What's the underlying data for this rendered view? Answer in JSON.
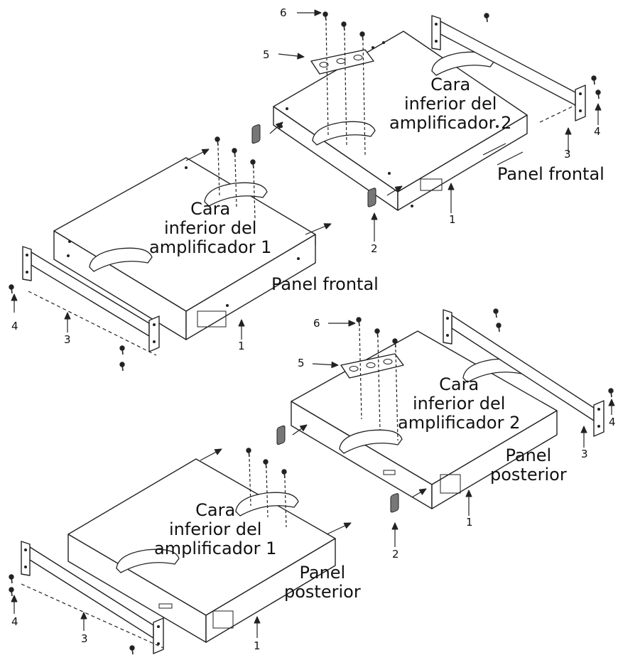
{
  "diagrams": [
    {
      "amp_top": {
        "line1": "Cara",
        "line2": "inferior del",
        "line3": "amplificador 2"
      },
      "amp_bottom": {
        "line1": "Cara",
        "line2": "inferior del",
        "line3": "amplificador 1"
      },
      "panel_top": "Panel frontal",
      "panel_bottom": "Panel frontal"
    },
    {
      "amp_top": {
        "line1": "Cara",
        "line2": "inferior del",
        "line3": "amplificador 2"
      },
      "amp_bottom": {
        "line1": "Cara",
        "line2": "inferior del",
        "line3": "amplificador 1"
      },
      "panel_top": {
        "line1": "Panel",
        "line2": "posterior"
      },
      "panel_bottom": {
        "line1": "Panel",
        "line2": "posterior"
      }
    }
  ],
  "callouts": {
    "c1": "1",
    "c2": "2",
    "c3": "3",
    "c4": "4",
    "c5": "5",
    "c6": "6"
  },
  "colors": {
    "line": "#222222",
    "fill": "#ffffff",
    "shade": "#777777"
  }
}
